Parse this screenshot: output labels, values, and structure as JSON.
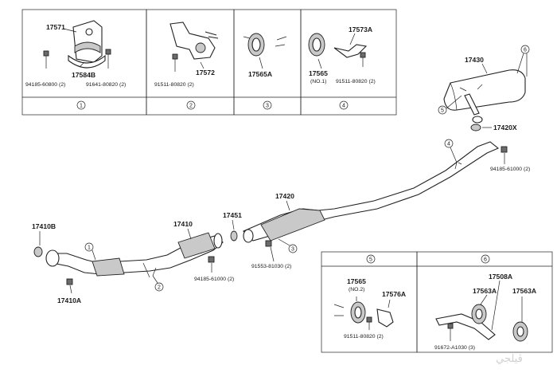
{
  "boxes": [
    {
      "circle": "1",
      "labels": [
        "17571",
        "17584B",
        "94185-60800 (2)",
        "91641-80820 (2)"
      ]
    },
    {
      "circle": "2",
      "labels": [
        "17572",
        "91511-80820 (2)"
      ]
    },
    {
      "circle": "3",
      "labels": [
        "17565A"
      ]
    },
    {
      "circle": "4",
      "labels": [
        "17573A",
        "17565",
        "(NO.1)",
        "91511-80820 (2)"
      ]
    },
    {
      "circle": "5",
      "labels": [
        "17565",
        "(NO.2)",
        "17576A",
        "91511-80820 (2)"
      ]
    },
    {
      "circle": "6",
      "labels": [
        "17508A",
        "17563A",
        "17563A",
        "91672-A1030 (3)"
      ]
    }
  ],
  "main": {
    "parts": [
      "17430",
      "17420X",
      "94185-61000 (2)",
      "17420",
      "17451",
      "91553-81030 (2)",
      "17410",
      "94185-61000 (2)",
      "17410B",
      "17410A"
    ],
    "callouts": [
      "1",
      "2",
      "3",
      "4",
      "5",
      "6"
    ]
  },
  "watermark": "ڤيلجي"
}
